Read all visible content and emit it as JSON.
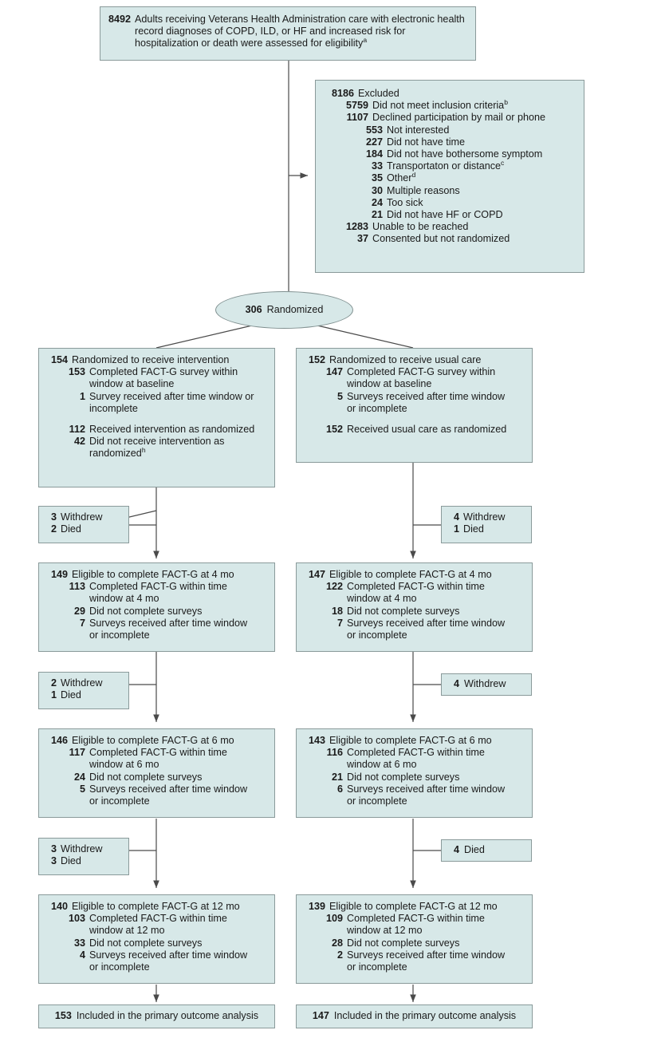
{
  "diagram": {
    "title": "CONSORT participant flow diagram",
    "colors": {
      "box_fill": "#d7e8e8",
      "box_border": "#8a9a9a",
      "line": "#4a4a4a",
      "text": "#1a1a1a"
    }
  },
  "enrollment": {
    "assessed": {
      "n": "8492",
      "text": "Adults receiving Veterans Health Administration care with electronic health record diagnoses of COPD, ILD, or HF and increased risk for hospitalization or death were assessed for eligibility",
      "footnote": "a"
    },
    "excluded": {
      "n": "8186",
      "label": "Excluded",
      "reasons": [
        {
          "n": "5759",
          "label": "Did not meet inclusion criteria",
          "footnote": "b",
          "indent": 1
        },
        {
          "n": "1107",
          "label": "Declined participation by mail or phone",
          "footnote": "",
          "indent": 1
        },
        {
          "n": "553",
          "label": "Not interested",
          "footnote": "",
          "indent": 2
        },
        {
          "n": "227",
          "label": "Did not have time",
          "footnote": "",
          "indent": 2
        },
        {
          "n": "184",
          "label": "Did not have bothersome symptom",
          "footnote": "",
          "indent": 2
        },
        {
          "n": "33",
          "label": "Transportaton or distance",
          "footnote": "c",
          "indent": 2
        },
        {
          "n": "35",
          "label": "Other",
          "footnote": "d",
          "indent": 2
        },
        {
          "n": "30",
          "label": "Multiple reasons",
          "footnote": "",
          "indent": 2
        },
        {
          "n": "24",
          "label": "Too sick",
          "footnote": "",
          "indent": 2
        },
        {
          "n": "21",
          "label": "Did not have HF or COPD",
          "footnote": "",
          "indent": 2
        },
        {
          "n": "1283",
          "label": "Unable to be reached",
          "footnote": "",
          "indent": 1
        },
        {
          "n": "37",
          "label": "Consented but not randomized",
          "footnote": "",
          "indent": 1
        }
      ]
    },
    "randomized": {
      "n": "306",
      "label": "Randomized"
    }
  },
  "arms": {
    "intervention": {
      "allocation": {
        "n": "154",
        "label": "Randomized to receive intervention",
        "items": [
          {
            "n": "153",
            "label": "Completed FACT-G survey within window at baseline",
            "gap": false
          },
          {
            "n": "1",
            "label": "Survey received after time window or incomplete",
            "gap": false
          },
          {
            "n": "112",
            "label": "Received intervention as randomized",
            "gap": true
          },
          {
            "n": "42",
            "label": "Did not receive intervention as randomized",
            "footnote": "h",
            "gap": false
          }
        ]
      },
      "loss1": [
        {
          "n": "3",
          "label": "Withdrew"
        },
        {
          "n": "2",
          "label": "Died"
        }
      ],
      "followup4": {
        "n": "149",
        "label": "Eligible to complete FACT-G at 4 mo",
        "items": [
          {
            "n": "113",
            "label": "Completed FACT-G within time window at 4 mo"
          },
          {
            "n": "29",
            "label": "Did not complete surveys"
          },
          {
            "n": "7",
            "label": "Surveys received after time window or incomplete"
          }
        ]
      },
      "loss2": [
        {
          "n": "2",
          "label": "Withdrew"
        },
        {
          "n": "1",
          "label": "Died"
        }
      ],
      "followup6": {
        "n": "146",
        "label": "Eligible to complete FACT-G at 6 mo",
        "items": [
          {
            "n": "117",
            "label": "Completed FACT-G within time window at 6 mo"
          },
          {
            "n": "24",
            "label": "Did not complete surveys"
          },
          {
            "n": "5",
            "label": "Surveys received after time window or incomplete"
          }
        ]
      },
      "loss3": [
        {
          "n": "3",
          "label": "Withdrew"
        },
        {
          "n": "3",
          "label": "Died"
        }
      ],
      "followup12": {
        "n": "140",
        "label": "Eligible to complete FACT-G at 12 mo",
        "items": [
          {
            "n": "103",
            "label": "Completed FACT-G within time window at 12 mo"
          },
          {
            "n": "33",
            "label": "Did not complete surveys"
          },
          {
            "n": "4",
            "label": "Surveys received after time window or incomplete"
          }
        ]
      },
      "analysis": {
        "n": "153",
        "label": "Included in the primary outcome analysis"
      }
    },
    "usual_care": {
      "allocation": {
        "n": "152",
        "label": "Randomized to receive usual care",
        "items": [
          {
            "n": "147",
            "label": "Completed FACT-G survey within window at baseline",
            "gap": false
          },
          {
            "n": "5",
            "label": "Surveys received after time window or incomplete",
            "gap": false
          },
          {
            "n": "152",
            "label": "Received usual care as randomized",
            "gap": true
          }
        ]
      },
      "loss1": [
        {
          "n": "4",
          "label": "Withdrew"
        },
        {
          "n": "1",
          "label": "Died"
        }
      ],
      "followup4": {
        "n": "147",
        "label": "Eligible to complete FACT-G at 4 mo",
        "items": [
          {
            "n": "122",
            "label": "Completed FACT-G within time window at 4 mo"
          },
          {
            "n": "18",
            "label": "Did not complete surveys"
          },
          {
            "n": "7",
            "label": "Surveys received after time window or incomplete"
          }
        ]
      },
      "loss2": [
        {
          "n": "4",
          "label": "Withdrew"
        }
      ],
      "followup6": {
        "n": "143",
        "label": "Eligible to complete FACT-G at 6 mo",
        "items": [
          {
            "n": "116",
            "label": "Completed FACT-G within time window at 6 mo"
          },
          {
            "n": "21",
            "label": "Did not complete surveys"
          },
          {
            "n": "6",
            "label": "Surveys received after time window or incomplete"
          }
        ]
      },
      "loss3": [
        {
          "n": "4",
          "label": "Died"
        }
      ],
      "followup12": {
        "n": "139",
        "label": "Eligible to complete FACT-G at 12 mo",
        "items": [
          {
            "n": "109",
            "label": "Completed FACT-G within time window at 12 mo"
          },
          {
            "n": "28",
            "label": "Did not complete surveys"
          },
          {
            "n": "2",
            "label": "Surveys received after time window or incomplete"
          }
        ]
      },
      "analysis": {
        "n": "147",
        "label": "Included in the primary outcome analysis"
      }
    }
  }
}
